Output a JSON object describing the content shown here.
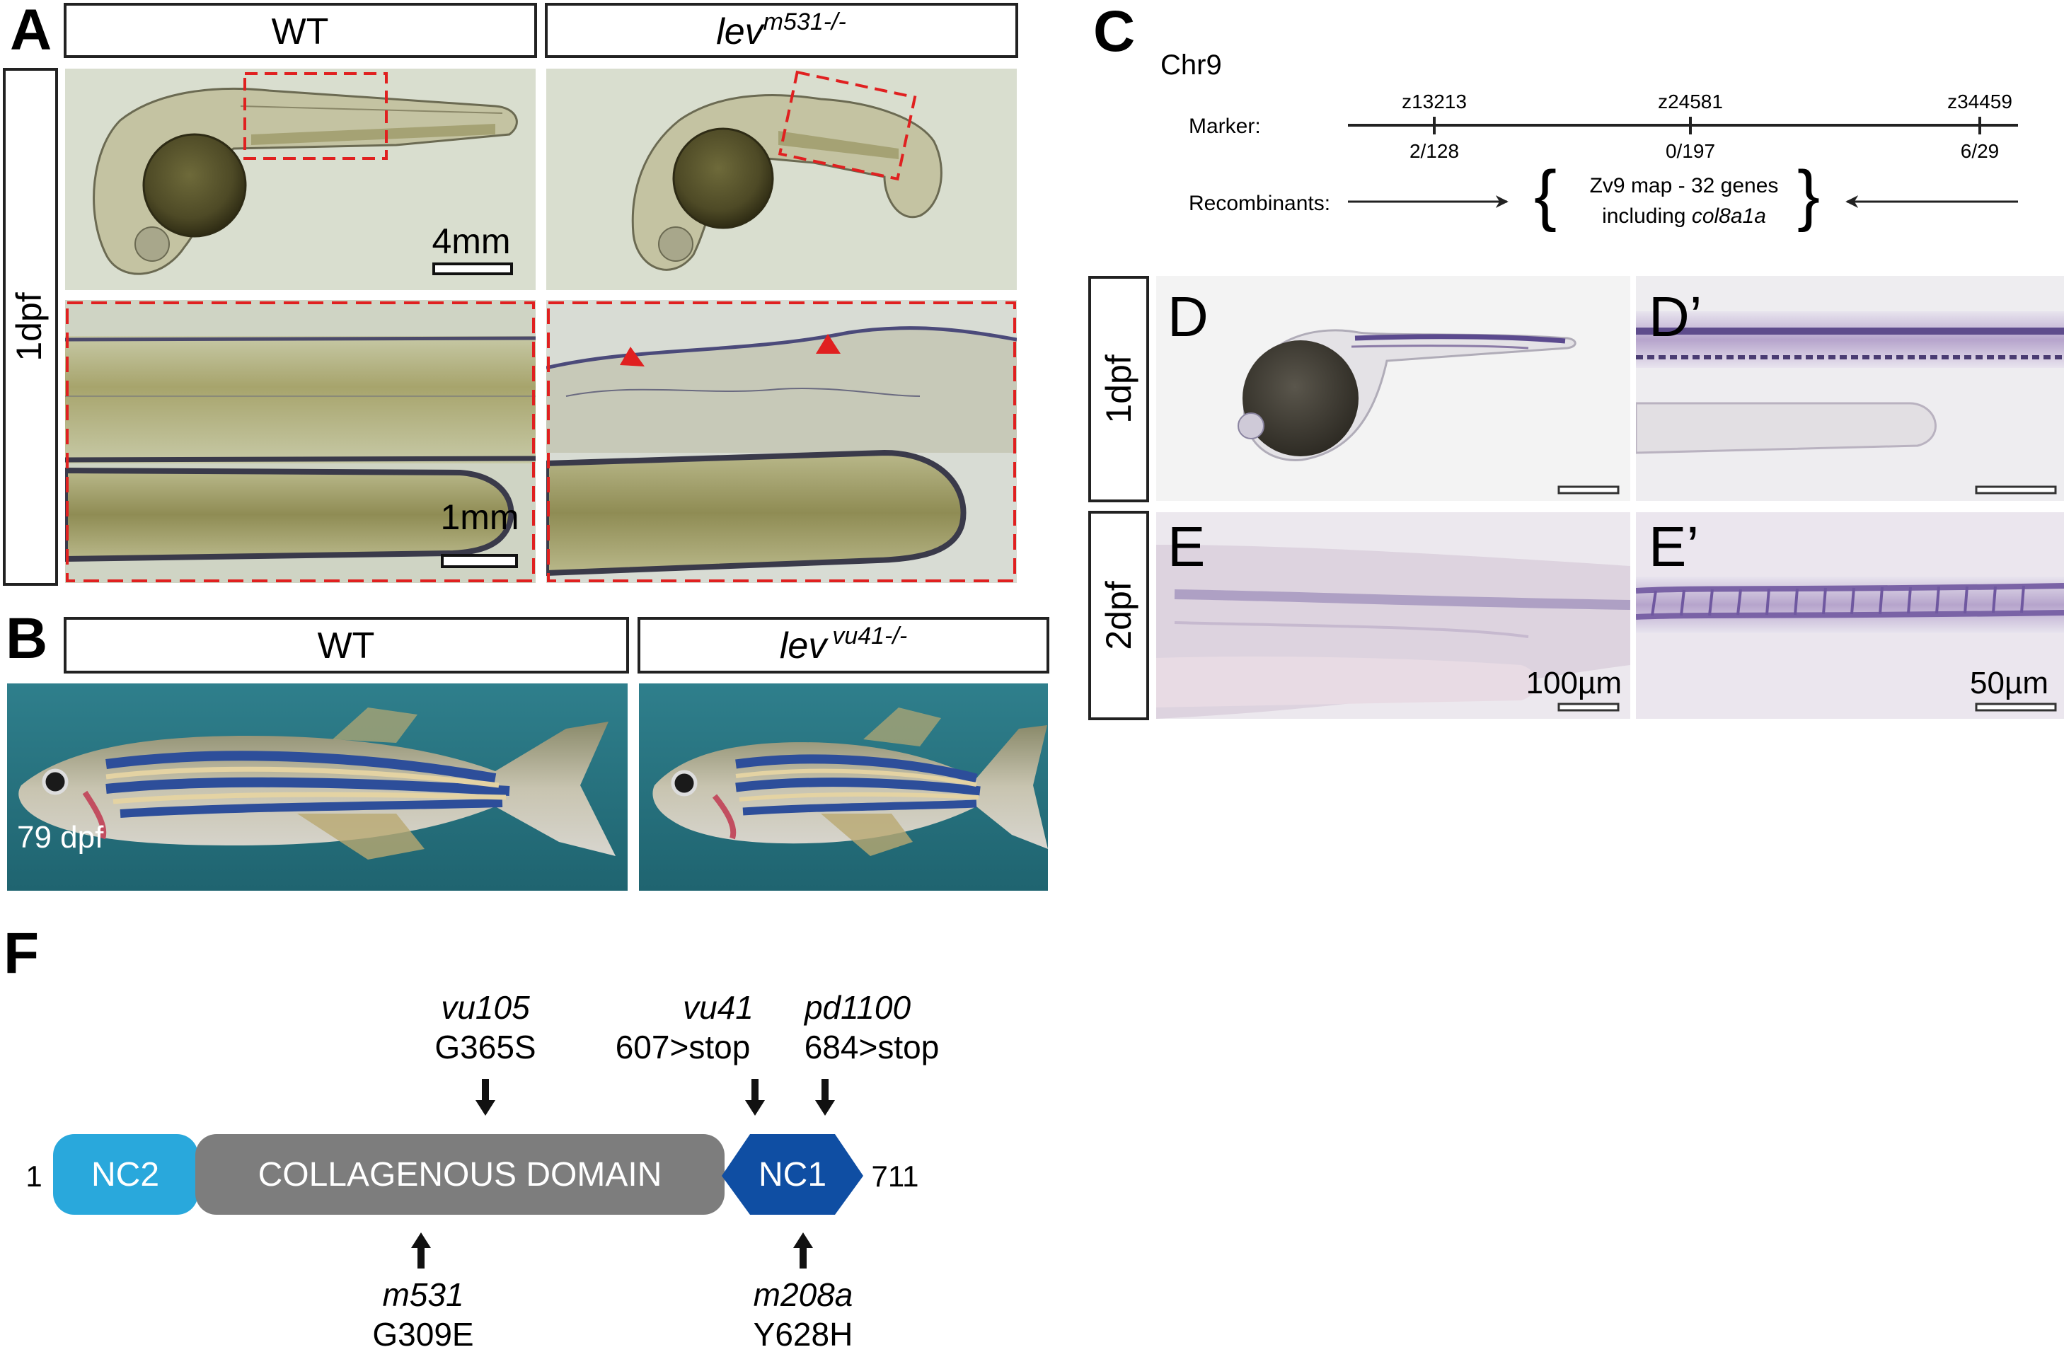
{
  "panel_a": {
    "letter": "A",
    "header_wt": "WT",
    "header_mut_base": "lev",
    "header_mut_sup": "m531-/-",
    "row_label": "1dpf",
    "scale_top": "4mm",
    "scale_bottom": "1mm"
  },
  "panel_b": {
    "letter": "B",
    "header_wt": "WT",
    "header_mut_base": "lev",
    "header_mut_sup": "vu41-/-",
    "age_label": "79 dpf"
  },
  "panel_c": {
    "letter": "C",
    "chromosome": "Chr9",
    "marker_label": "Marker:",
    "recombinants_label": "Recombinants:",
    "markers": [
      {
        "name": "z13213",
        "count": "2/128"
      },
      {
        "name": "z24581",
        "count": "0/197"
      },
      {
        "name": "z34459",
        "count": "6/29"
      }
    ],
    "interval_line1": "Zv9 map - 32 genes",
    "interval_line2_prefix": "including ",
    "interval_gene": "col8a1a"
  },
  "panels_de": {
    "d_letter": "D",
    "d_prime_letter": "D’",
    "e_letter": "E",
    "e_prime_letter": "E’",
    "row1_label": "1dpf",
    "row2_label": "2dpf",
    "scale_e": "100µm",
    "scale_e_prime": "50µm"
  },
  "panel_f": {
    "letter": "F",
    "start": "1",
    "end": "711",
    "domains": {
      "nc2": "NC2",
      "collagenous": "COLLAGENOUS DOMAIN",
      "nc1": "NC1"
    },
    "colors": {
      "nc2": "#29a8dc",
      "collagenous": "#7d7d7d",
      "nc1": "#0f4ea3"
    },
    "mutations_top": [
      {
        "allele": "vu105",
        "change": "G365S"
      },
      {
        "allele": "vu41",
        "change": "607>stop"
      },
      {
        "allele": "pd1100",
        "change": "684>stop"
      }
    ],
    "mutations_bottom": [
      {
        "allele": "m531",
        "change": "G309E"
      },
      {
        "allele": "m208a",
        "change": "Y628H"
      }
    ]
  }
}
